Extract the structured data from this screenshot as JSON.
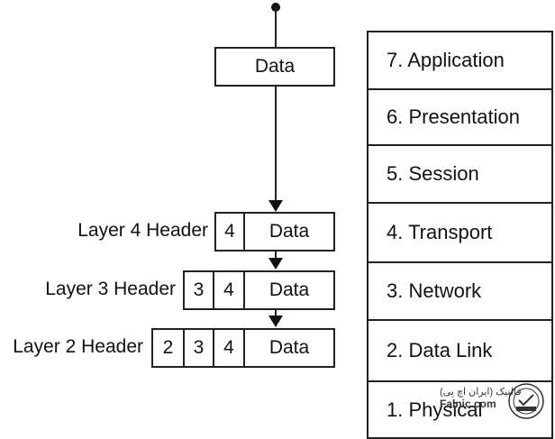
{
  "data_box": {
    "label": "Data"
  },
  "header_rows": [
    {
      "label": "Layer 4 Header",
      "cells": [
        "4"
      ],
      "data": "Data"
    },
    {
      "label": "Layer 3 Header",
      "cells": [
        "3",
        "4"
      ],
      "data": "Data"
    },
    {
      "label": "Layer 2 Header",
      "cells": [
        "2",
        "3",
        "4"
      ],
      "data": "Data"
    }
  ],
  "osi_layers": [
    {
      "label": "7. Application"
    },
    {
      "label": "6. Presentation"
    },
    {
      "label": "5. Session"
    },
    {
      "label": "4. Transport"
    },
    {
      "label": "3. Network"
    },
    {
      "label": "2. Data Link"
    },
    {
      "label": "1. Physical"
    }
  ],
  "watermark": {
    "text_fa": "فالنیک (ایران اچ پی)",
    "url": "Falnic.com"
  }
}
